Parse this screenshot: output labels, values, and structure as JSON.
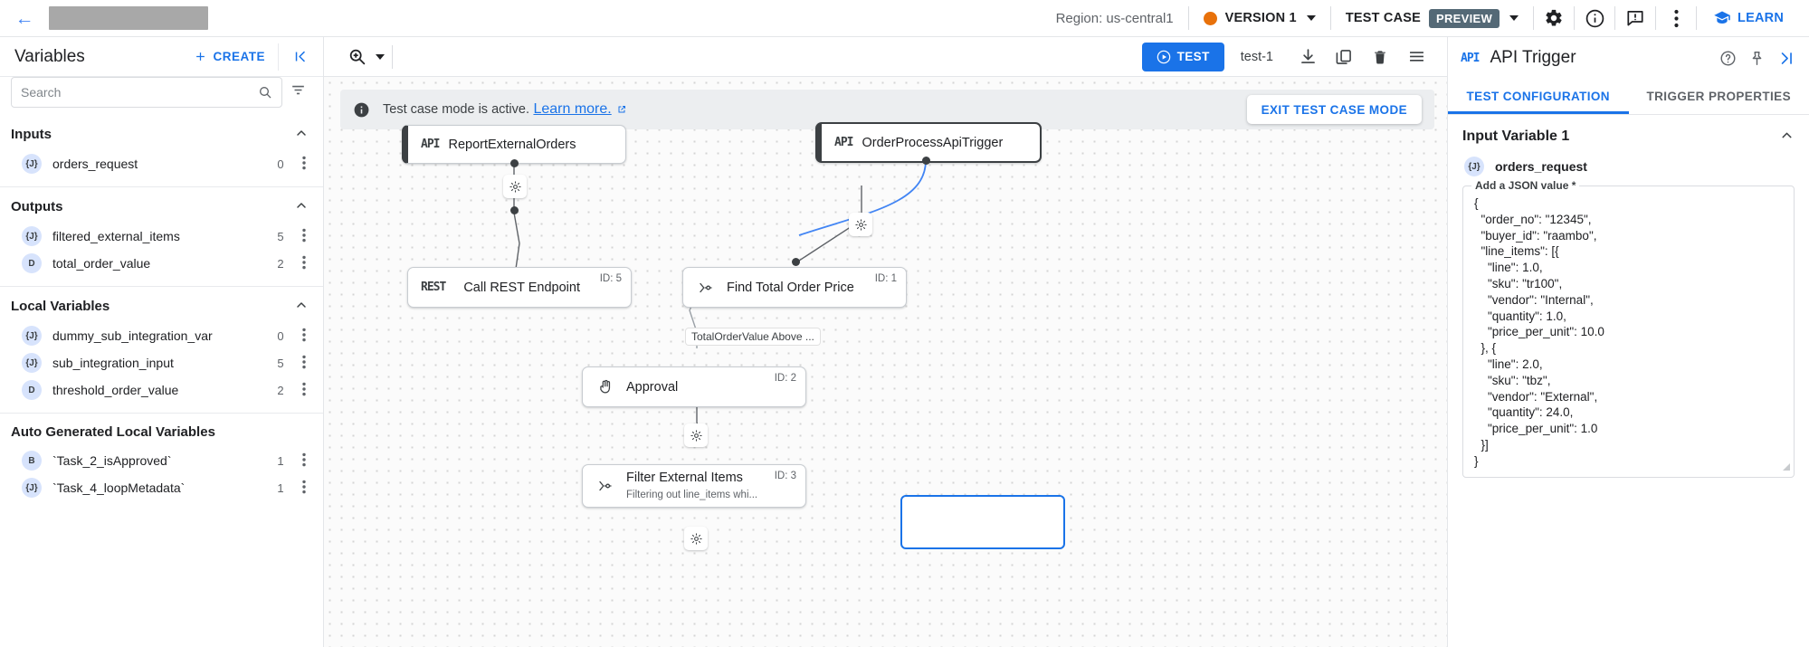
{
  "header": {
    "back_icon": "arrow-left-icon",
    "region": "Region: us-central1",
    "version_label": "VERSION 1",
    "version_dot_color": "#e8710a",
    "test_case_label": "TEST CASE",
    "preview_badge": "PREVIEW",
    "settings_icon": "gear-icon",
    "info_icon": "info-icon",
    "feedback_icon": "feedback-icon",
    "more_icon": "more-vert-icon",
    "learn_label": "LEARN",
    "learn_icon": "school-icon",
    "accent": "#1a73e8"
  },
  "sidebar": {
    "title": "Variables",
    "create_label": "CREATE",
    "create_icon": "plus-icon",
    "collapse_icon": "collapse-left-icon",
    "search": {
      "placeholder": "Search",
      "value": "",
      "icon": "search-icon",
      "filter_icon": "filter-list-icon"
    },
    "sections": [
      {
        "title": "Inputs",
        "items": [
          {
            "type": "{J}",
            "name": "orders_request",
            "count": "0"
          }
        ]
      },
      {
        "title": "Outputs",
        "items": [
          {
            "type": "{J}",
            "name": "filtered_external_items",
            "count": "5"
          },
          {
            "type": "D",
            "name": "total_order_value",
            "count": "2"
          }
        ]
      },
      {
        "title": "Local Variables",
        "items": [
          {
            "type": "{J}",
            "name": "dummy_sub_integration_var",
            "count": "0"
          },
          {
            "type": "{J}",
            "name": "sub_integration_input",
            "count": "5"
          },
          {
            "type": "D",
            "name": "threshold_order_value",
            "count": "2"
          }
        ]
      },
      {
        "title": "Auto Generated Local Variables",
        "items": [
          {
            "type": "B",
            "name": "`Task_2_isApproved`",
            "count": "1"
          },
          {
            "type": "{J}",
            "name": "`Task_4_loopMetadata`",
            "count": "1"
          }
        ]
      }
    ]
  },
  "canvas_toolbar": {
    "zoom_icon": "zoom-in-icon",
    "zoom_caret": "chevron-down-icon",
    "test_label": "TEST",
    "test_icon": "play-circle-icon",
    "test_name": "test-1",
    "download_icon": "download-icon",
    "copy_icon": "copy-icon",
    "delete_icon": "trash-icon",
    "list_icon": "list-icon"
  },
  "banner": {
    "icon": "info-icon",
    "text": "Test case mode is active.",
    "link": "Learn more.",
    "link_external_icon": "open-in-new-icon",
    "exit_label": "EXIT TEST CASE MODE"
  },
  "flow": {
    "nodes": [
      {
        "badge": "API",
        "title": "ReportExternalOrders",
        "sub": "",
        "id": "",
        "kind": "trigger"
      },
      {
        "badge": "API",
        "title": "OrderProcessApiTrigger",
        "sub": "",
        "id": "",
        "kind": "trigger-selected"
      },
      {
        "badge": "REST",
        "title": "Call REST Endpoint",
        "sub": "",
        "id": "ID: 5",
        "kind": "task"
      },
      {
        "badge": "fn",
        "title": "Find Total Order Price",
        "sub": "",
        "id": "ID: 1",
        "kind": "task"
      },
      {
        "badge": "hand",
        "title": "Approval",
        "sub": "",
        "id": "ID: 2",
        "kind": "task"
      },
      {
        "badge": "fn",
        "title": "Filter External Items",
        "sub": "Filtering out line_items whi...",
        "id": "ID: 3",
        "kind": "task"
      }
    ],
    "edge_label": "TotalOrderValue Above ...",
    "gear_icon": "gear-icon"
  },
  "right_panel": {
    "badge": "API",
    "title": "API Trigger",
    "help_icon": "help-circle-icon",
    "pin_icon": "pin-icon",
    "collapse_icon": "collapse-right-icon",
    "tabs": [
      {
        "label": "TEST CONFIGURATION",
        "active": true
      },
      {
        "label": "TRIGGER PROPERTIES",
        "active": false
      }
    ],
    "input_variable_title": "Input Variable 1",
    "expand_icon": "chevron-up-icon",
    "variable": {
      "type": "{J}",
      "name": "orders_request"
    },
    "json_legend": "Add a JSON value *",
    "json_value": "{\n  \"order_no\": \"12345\",\n  \"buyer_id\": \"raambo\",\n  \"line_items\": [{\n    \"line\": 1.0,\n    \"sku\": \"tr100\",\n    \"vendor\": \"Internal\",\n    \"quantity\": 1.0,\n    \"price_per_unit\": 10.0\n  }, {\n    \"line\": 2.0,\n    \"sku\": \"tbz\",\n    \"vendor\": \"External\",\n    \"quantity\": 24.0,\n    \"price_per_unit\": 1.0\n  }]\n}"
  }
}
